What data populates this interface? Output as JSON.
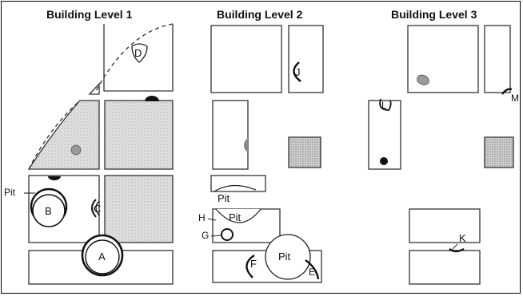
{
  "levels": [
    {
      "title": "Building Level 1"
    },
    {
      "title": "Building Level 2"
    },
    {
      "title": "Building Level 3"
    }
  ],
  "markers": {
    "A": "A",
    "B": "B",
    "C": "C",
    "D": "D",
    "E": "E",
    "F": "F",
    "G": "G",
    "H": "H",
    "J": "J",
    "K": "K",
    "L": "L",
    "M": "M"
  },
  "pits": {
    "level1": "Pit",
    "level2_upper": "Pit",
    "level2_middle": "Pit",
    "level2_lower": "Pit"
  },
  "colors": {
    "stroke": "#333333",
    "stipple": "#cfcfcf",
    "dark_fill": "#111111",
    "grey_dot": "#9a9a9a"
  }
}
